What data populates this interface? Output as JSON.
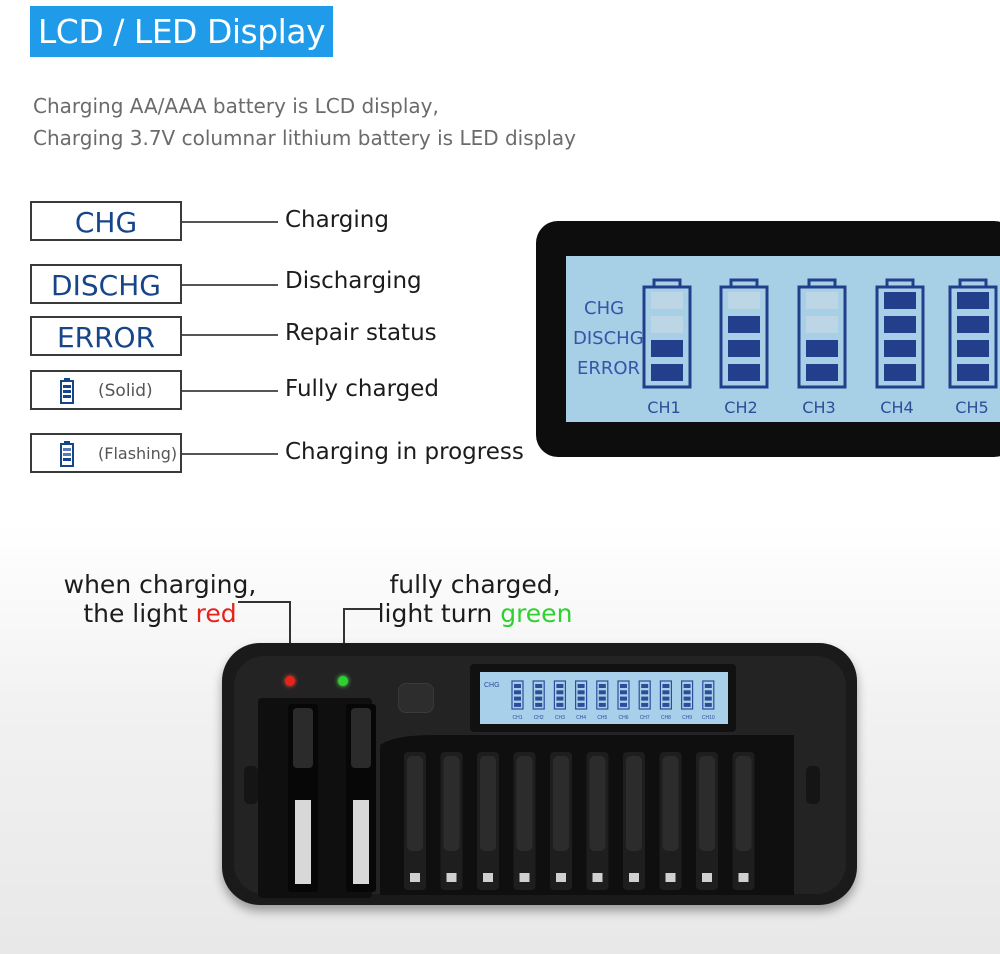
{
  "header": {
    "title": "LCD / LED Display"
  },
  "subtitle": {
    "line1": "Charging AA/AAA battery is LCD display,",
    "line2": "Charging 3.7V columnar lithium battery is LED display"
  },
  "legend": [
    {
      "code": "CHG",
      "desc": "Charging"
    },
    {
      "code": "DISCHG",
      "desc": "Discharging"
    },
    {
      "code": "ERROR",
      "desc": "Repair status"
    },
    {
      "code": "(Solid)",
      "desc": "Fully charged",
      "icon": "battery-full-icon"
    },
    {
      "code": "(Flashing)",
      "desc": "Charging in progress",
      "icon": "battery-flashing-icon"
    }
  ],
  "lcd": {
    "labels": [
      "CHG",
      "DISCHG",
      "ERROR"
    ],
    "channels": [
      {
        "name": "CH1",
        "filled_bars": 2
      },
      {
        "name": "CH2",
        "filled_bars": 3
      },
      {
        "name": "CH3",
        "filled_bars": 2
      },
      {
        "name": "CH4",
        "filled_bars": 4
      },
      {
        "name": "CH5",
        "filled_bars": 4
      }
    ]
  },
  "charger": {
    "red_note": {
      "line1": "when charging,",
      "line2_prefix": "the light ",
      "line2_color_word": "red"
    },
    "green_note": {
      "line1": "fully charged,",
      "line2_prefix": "light turn ",
      "line2_color_word": "green"
    },
    "mini_lcd_label": "CHG",
    "mini_channels": [
      "CH1",
      "CH2",
      "CH3",
      "CH4",
      "CH5",
      "CH6",
      "CH7",
      "CH8",
      "CH9",
      "CH10"
    ],
    "aa_slots": 10,
    "lithium_slots": 2,
    "led_red": "#e5231b",
    "led_green": "#2fd12f"
  },
  "colors": {
    "accent": "#1f9bea",
    "legend_text": "#17458a",
    "lcd_bg": "#a7cfe6",
    "lcd_bar": "#233f8c"
  }
}
